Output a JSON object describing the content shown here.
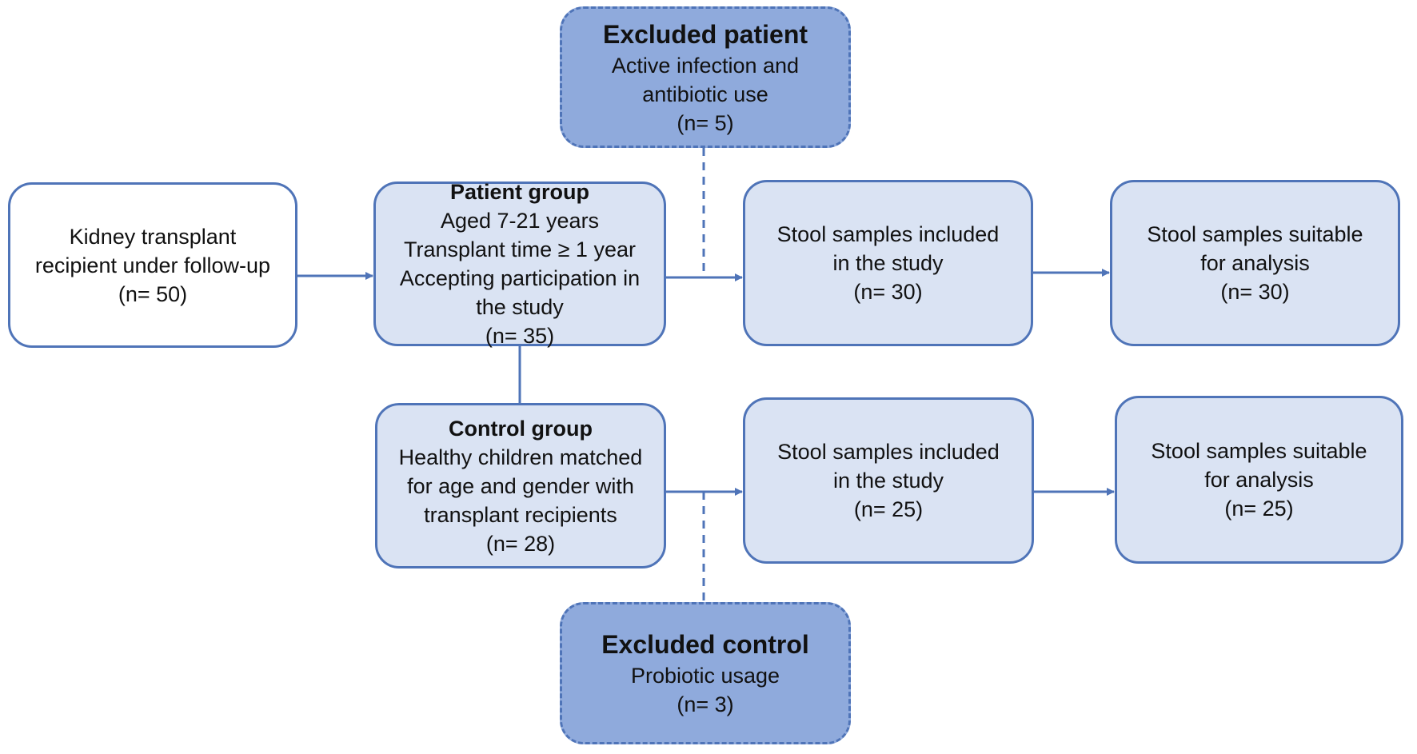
{
  "colors": {
    "border": "#4f74b8",
    "box_fill": "#dae3f3",
    "excluded_fill": "#8faadc",
    "white_fill": "#ffffff"
  },
  "recipient_box": {
    "lines": [
      "Kidney transplant",
      "recipient under follow-up",
      "(n= 50)"
    ]
  },
  "patient_group": {
    "title": "Patient group",
    "lines": [
      "Aged 7-21 years",
      "Transplant time ≥ 1 year",
      "Accepting participation in",
      "the study",
      "(n= 35)"
    ]
  },
  "excluded_patient": {
    "title": "Excluded patient",
    "lines": [
      "Active infection and",
      "antibiotic use",
      "(n= 5)"
    ]
  },
  "patient_included": {
    "lines": [
      "Stool samples included",
      "in the study",
      "(n= 30)"
    ]
  },
  "patient_suitable": {
    "lines": [
      "Stool samples suitable",
      "for analysis",
      "(n= 30)"
    ]
  },
  "control_group": {
    "title": "Control group",
    "lines": [
      "Healthy children matched",
      "for age and gender with",
      "transplant recipients",
      "(n= 28)"
    ]
  },
  "control_included": {
    "lines": [
      "Stool samples included",
      "in the study",
      "(n= 25)"
    ]
  },
  "control_suitable": {
    "lines": [
      "Stool samples suitable",
      "for analysis",
      "(n= 25)"
    ]
  },
  "excluded_control": {
    "title": "Excluded control",
    "lines": [
      "Probiotic usage",
      "(n= 3)"
    ]
  }
}
